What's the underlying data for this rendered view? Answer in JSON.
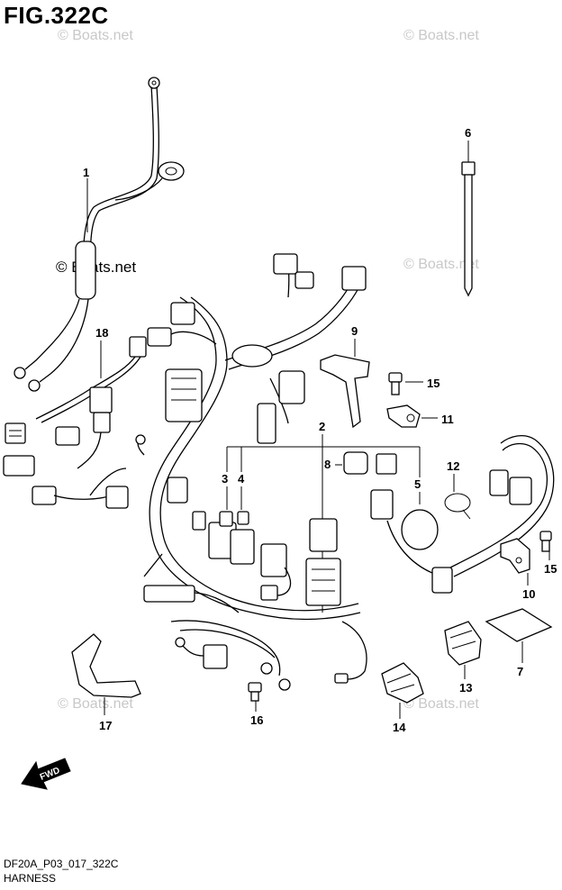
{
  "title": "FIG.322C",
  "footer": {
    "code": "DF20A_P03_017_322C",
    "name": "HARNESS"
  },
  "watermark": "© Boats.net",
  "fwd_label": "FWD",
  "callouts": [
    "1",
    "2",
    "3",
    "4",
    "5",
    "6",
    "7",
    "8",
    "9",
    "10",
    "11",
    "12",
    "13",
    "14",
    "15",
    "15",
    "16",
    "17",
    "18"
  ]
}
